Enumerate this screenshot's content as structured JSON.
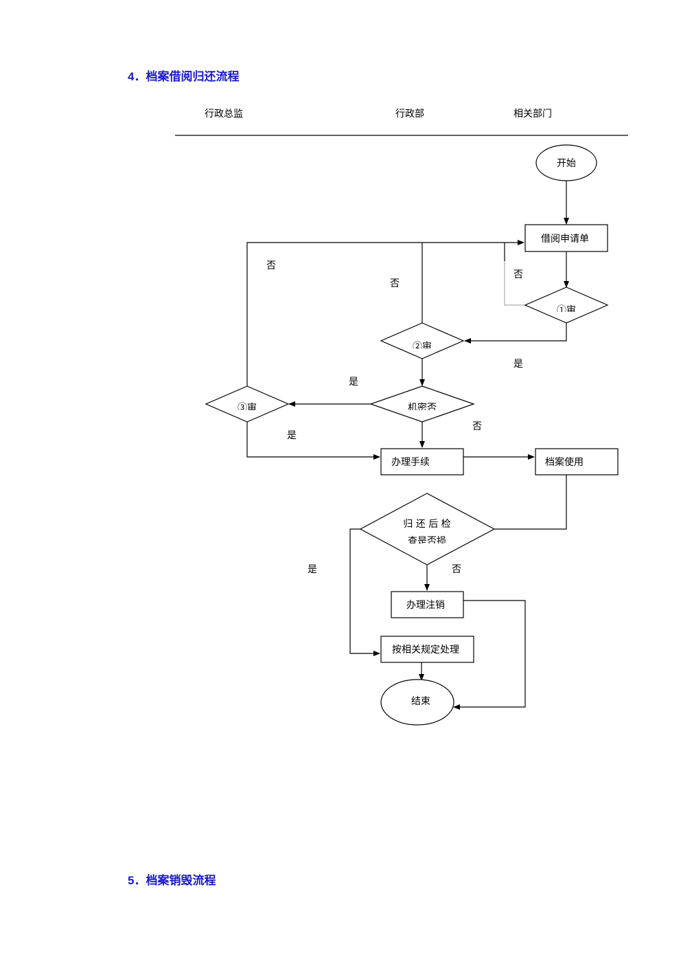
{
  "sections": {
    "s4": {
      "num": "4．",
      "title": "档案借阅归还流程"
    },
    "s5": {
      "num": "5．",
      "title": "档案销毁流程"
    }
  },
  "lanes": {
    "director": "行政总监",
    "admin": "行政部",
    "dept": "相关部门"
  },
  "nodes": {
    "start": "开始",
    "apply": "借阅申请单",
    "review1": "①审",
    "review2": "②审",
    "review3": "③审",
    "secret": "机密否",
    "procedure": "办理手续",
    "use": "档案使用",
    "check_line1": "归 还 后 检",
    "check_line2": "查是否损",
    "cancel": "办理注销",
    "handle": "按相关规定处理",
    "end": "结束"
  },
  "labels": {
    "no": "否",
    "yes": "是"
  }
}
